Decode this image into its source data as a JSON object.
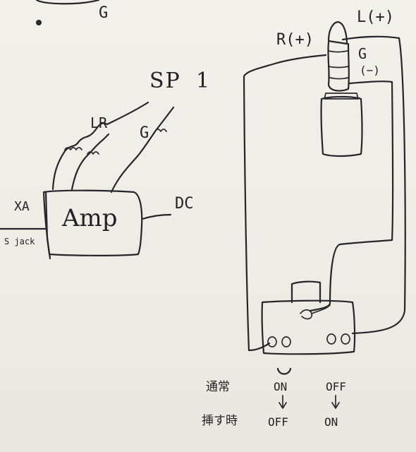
{
  "labels": {
    "top_g": "G",
    "sp": "SP",
    "sp_one": "1",
    "lr": "LR",
    "g_wire": "G",
    "amp": "Amp",
    "xa": "XA",
    "jack": "S jack",
    "dc": "DC",
    "right_plus": "R(+)",
    "left_plus": "L(+)",
    "ground": "G",
    "ground_minus": "(−)",
    "normal": "通常",
    "inserted": "挿す時",
    "on": "ON",
    "on_to": "OFF",
    "off": "OFF",
    "off_to": "ON"
  },
  "colors": {
    "ink": "#26262a",
    "paper": "#efede6"
  }
}
